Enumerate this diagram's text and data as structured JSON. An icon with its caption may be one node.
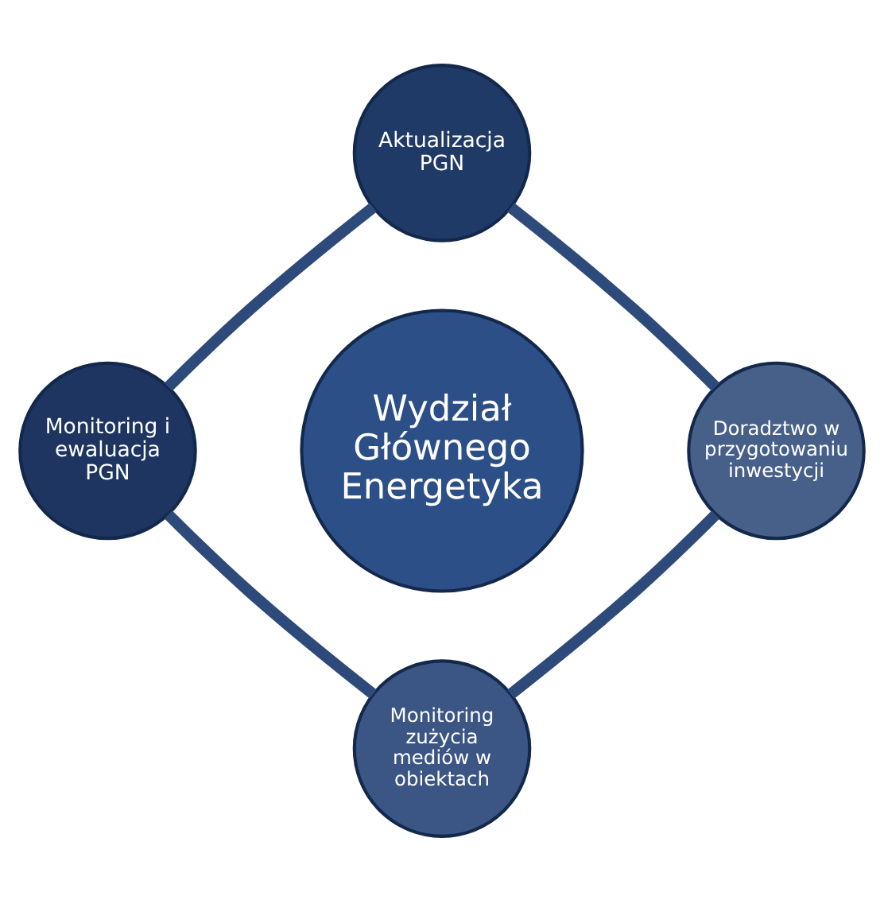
{
  "diagram": {
    "nodes": [
      {
        "text": [
          "Aktualizacja PGN"
        ]
      },
      {
        "text": [
          "Monitoring i ewaluacja PGN"
        ]
      },
      {
        "text": [
          "Wydział Głównego Energetyka"
        ]
      },
      {
        "text": [
          "Doradztwo w przygotowaniu inwestycji"
        ]
      },
      {
        "text": [
          "Monitoring zużycia mediów w obiektach"
        ]
      }
    ],
    "edges": [
      {
        "from": 0,
        "to": 3,
        "arrow": "none"
      },
      {
        "from": 3,
        "to": 4,
        "arrow": "none"
      },
      {
        "from": 4,
        "to": 1,
        "arrow": "none"
      },
      {
        "from": 1,
        "to": 0,
        "arrow": "none"
      }
    ]
  }
}
